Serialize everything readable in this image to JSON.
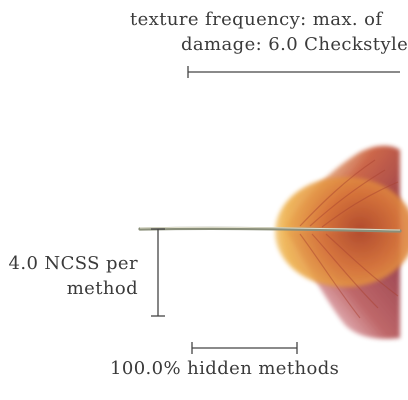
{
  "labels": {
    "texture_frequency": "texture frequency: max. of",
    "damage": "damage: 6.0 Checkstyle",
    "ncss_line1": "4.0 NCSS per",
    "ncss_line2": "method",
    "hidden_methods": "100.0% hidden methods"
  },
  "colors": {
    "text": "#3a3a3a",
    "rule": "#444444",
    "shaft": "#8a8f7a",
    "vane_light": "#f3d27a",
    "vane_mid": "#e4a03e",
    "vane_dark": "#b24a2a",
    "vane_deep": "#8a2a3a"
  }
}
